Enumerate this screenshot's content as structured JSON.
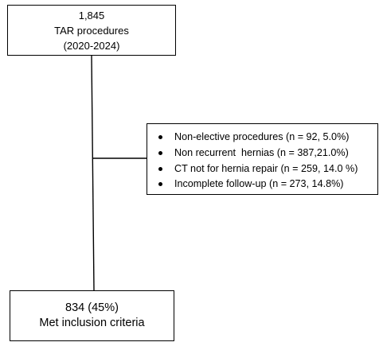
{
  "top_box": {
    "line1": "1,845",
    "line2": "TAR procedures",
    "line3": "(2020-2024)"
  },
  "exclusions": {
    "items": [
      "Non-elective procedures (n = 92, 5.0%)",
      "Non recurrent  hernias (n = 387,21.0%)",
      "CT not for hernia repair (n = 259, 14.0 %)",
      "Incomplete follow-up (n = 273, 14.8%)"
    ]
  },
  "bottom_box": {
    "line1": "834 (45%)",
    "line2": "Met inclusion criteria"
  }
}
